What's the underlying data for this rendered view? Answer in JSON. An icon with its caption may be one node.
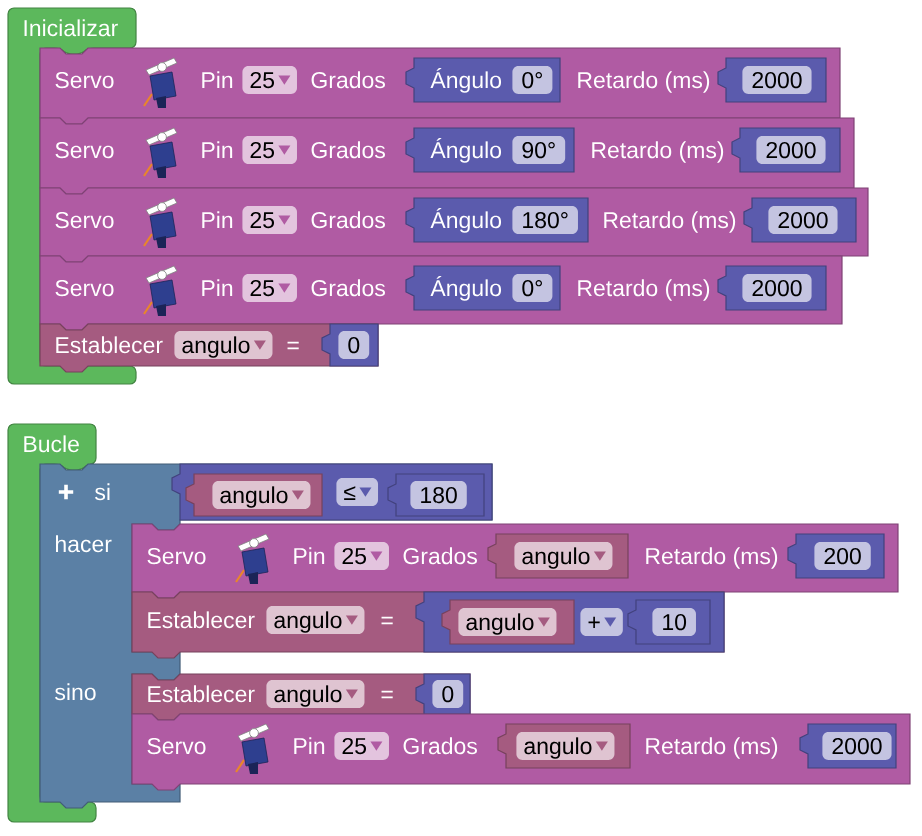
{
  "diagram": {
    "nodes": [
      {
        "text": [
          "Inicializar"
        ]
      },
      {
        "text": [
          "Servo",
          "Pin",
          "25",
          "Grados",
          "Retardo (ms)"
        ]
      },
      {
        "text": [
          "Ángulo",
          "0°"
        ],
        "in": 1
      },
      {
        "text": [
          "2000"
        ],
        "in": 1
      },
      {
        "text": [
          "Servo",
          "Pin",
          "25",
          "Grados",
          "Retardo (ms)"
        ]
      },
      {
        "text": [
          "Ángulo",
          "90°"
        ],
        "in": 4
      },
      {
        "text": [
          "2000"
        ],
        "in": 4
      },
      {
        "text": [
          "Servo",
          "Pin",
          "25",
          "Grados",
          "Retardo (ms)"
        ]
      },
      {
        "text": [
          "Ángulo",
          "180°"
        ],
        "in": 7
      },
      {
        "text": [
          "2000"
        ],
        "in": 7
      },
      {
        "text": [
          "Servo",
          "Pin",
          "25",
          "Grados",
          "Retardo (ms)"
        ]
      },
      {
        "text": [
          "Ángulo",
          "0°"
        ],
        "in": 10
      },
      {
        "text": [
          "2000"
        ],
        "in": 10
      },
      {
        "text": [
          "Establecer",
          "angulo",
          "="
        ]
      },
      {
        "text": [
          "0"
        ],
        "in": 13
      },
      {
        "text": [
          "Bucle"
        ]
      },
      {
        "text": [
          "si",
          "hacer",
          "sino"
        ]
      },
      {
        "text": [
          "≤"
        ],
        "in": 16
      },
      {
        "text": [
          "angulo"
        ],
        "in": 17
      },
      {
        "text": [
          "180"
        ],
        "in": 17
      },
      {
        "text": [
          "Servo",
          "Pin",
          "25",
          "Grados",
          "Retardo (ms)"
        ]
      },
      {
        "text": [
          "angulo"
        ],
        "in": 20
      },
      {
        "text": [
          "200"
        ],
        "in": 20
      },
      {
        "text": [
          "Establecer",
          "angulo",
          "="
        ]
      },
      {
        "text": [
          "+"
        ],
        "in": 23
      },
      {
        "text": [
          "angulo"
        ],
        "in": 24
      },
      {
        "text": [
          "10"
        ],
        "in": 24
      },
      {
        "text": [
          "Establecer",
          "angulo",
          "="
        ],
        "in": 16
      },
      {
        "text": [
          "0"
        ],
        "in": 27
      },
      {
        "text": [
          "Servo",
          "Pin",
          "25",
          "Grados",
          "Retardo (ms)"
        ]
      },
      {
        "text": [
          "angulo"
        ],
        "in": 29
      },
      {
        "text": [
          "2000"
        ],
        "in": 29
      }
    ]
  }
}
